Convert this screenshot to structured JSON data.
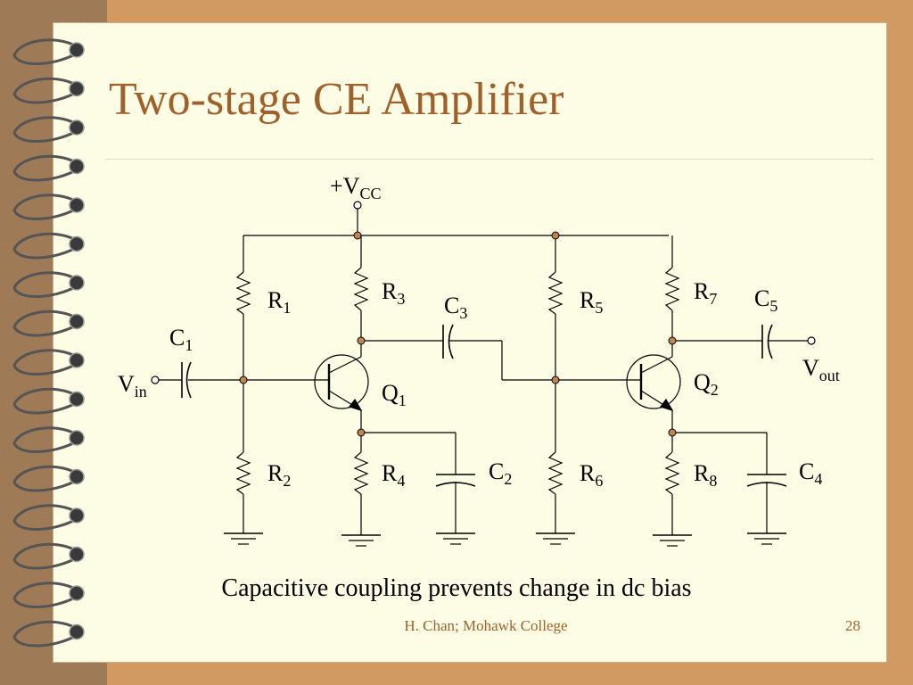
{
  "title": "Two-stage CE Amplifier",
  "caption": "Capacitive coupling prevents change in dc bias",
  "footer": "H. Chan; Mohawk College",
  "page_number": "28",
  "labels": {
    "vcc": {
      "main": "+V",
      "sub": "CC"
    },
    "vin": {
      "main": "V",
      "sub": "in"
    },
    "vout": {
      "main": "V",
      "sub": "out"
    },
    "r1": {
      "main": "R",
      "sub": "1"
    },
    "r2": {
      "main": "R",
      "sub": "2"
    },
    "r3": {
      "main": "R",
      "sub": "3"
    },
    "r4": {
      "main": "R",
      "sub": "4"
    },
    "r5": {
      "main": "R",
      "sub": "5"
    },
    "r6": {
      "main": "R",
      "sub": "6"
    },
    "r7": {
      "main": "R",
      "sub": "7"
    },
    "r8": {
      "main": "R",
      "sub": "8"
    },
    "c1": {
      "main": "C",
      "sub": "1"
    },
    "c2": {
      "main": "C",
      "sub": "2"
    },
    "c3": {
      "main": "C",
      "sub": "3"
    },
    "c4": {
      "main": "C",
      "sub": "4"
    },
    "c5": {
      "main": "C",
      "sub": "5"
    },
    "q1": {
      "main": "Q",
      "sub": "1"
    },
    "q2": {
      "main": "Q",
      "sub": "2"
    }
  },
  "colors": {
    "title": "#a0602a",
    "paper": "#fdfde6",
    "border": "#d19a62",
    "node": "#c08650"
  }
}
